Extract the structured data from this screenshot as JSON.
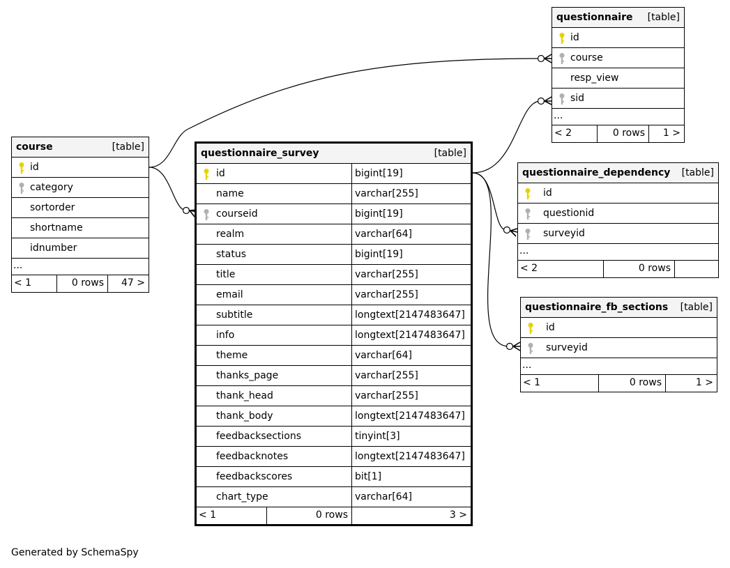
{
  "footer_text": "Generated by SchemaSpy",
  "key_colors": {
    "primary": "#e6d200",
    "foreign": "#b0b0b0"
  },
  "tables": {
    "course": {
      "name": "course",
      "type": "[table]",
      "columns": [
        {
          "name": "id",
          "key": "primary-key-icon"
        },
        {
          "name": "category",
          "key": "foreign-key-icon"
        },
        {
          "name": "sortorder",
          "key": ""
        },
        {
          "name": "shortname",
          "key": ""
        },
        {
          "name": "idnumber",
          "key": ""
        }
      ],
      "ellipsis": "...",
      "footer": {
        "parents": "< 1",
        "rows": "0 rows",
        "children": "47 >"
      }
    },
    "questionnaire": {
      "name": "questionnaire",
      "type": "[table]",
      "columns": [
        {
          "name": "id",
          "key": "primary-key-icon"
        },
        {
          "name": "course",
          "key": "foreign-key-icon"
        },
        {
          "name": "resp_view",
          "key": ""
        },
        {
          "name": "sid",
          "key": "foreign-key-icon"
        }
      ],
      "ellipsis": "...",
      "footer": {
        "parents": "< 2",
        "rows": "0 rows",
        "children": "1 >"
      }
    },
    "questionnaire_survey": {
      "name": "questionnaire_survey",
      "type": "[table]",
      "columns": [
        {
          "name": "id",
          "key": "primary-key-icon",
          "type": "bigint[19]"
        },
        {
          "name": "name",
          "key": "",
          "type": "varchar[255]"
        },
        {
          "name": "courseid",
          "key": "foreign-key-icon",
          "type": "bigint[19]"
        },
        {
          "name": "realm",
          "key": "",
          "type": "varchar[64]"
        },
        {
          "name": "status",
          "key": "",
          "type": "bigint[19]"
        },
        {
          "name": "title",
          "key": "",
          "type": "varchar[255]"
        },
        {
          "name": "email",
          "key": "",
          "type": "varchar[255]"
        },
        {
          "name": "subtitle",
          "key": "",
          "type": "longtext[2147483647]"
        },
        {
          "name": "info",
          "key": "",
          "type": "longtext[2147483647]"
        },
        {
          "name": "theme",
          "key": "",
          "type": "varchar[64]"
        },
        {
          "name": "thanks_page",
          "key": "",
          "type": "varchar[255]"
        },
        {
          "name": "thank_head",
          "key": "",
          "type": "varchar[255]"
        },
        {
          "name": "thank_body",
          "key": "",
          "type": "longtext[2147483647]"
        },
        {
          "name": "feedbacksections",
          "key": "",
          "type": "tinyint[3]"
        },
        {
          "name": "feedbacknotes",
          "key": "",
          "type": "longtext[2147483647]"
        },
        {
          "name": "feedbackscores",
          "key": "",
          "type": "bit[1]"
        },
        {
          "name": "chart_type",
          "key": "",
          "type": "varchar[64]"
        }
      ],
      "footer": {
        "parents": "< 1",
        "rows": "0 rows",
        "children": "3 >"
      }
    },
    "questionnaire_dependency": {
      "name": "questionnaire_dependency",
      "type": "[table]",
      "columns": [
        {
          "name": "id",
          "key": "primary-key-icon"
        },
        {
          "name": "questionid",
          "key": "foreign-key-icon"
        },
        {
          "name": "surveyid",
          "key": "foreign-key-icon"
        }
      ],
      "ellipsis": "...",
      "footer": {
        "parents": "< 2",
        "rows": "0 rows",
        "children": ""
      }
    },
    "questionnaire_fb_sections": {
      "name": "questionnaire_fb_sections",
      "type": "[table]",
      "columns": [
        {
          "name": "id",
          "key": "primary-key-icon"
        },
        {
          "name": "surveyid",
          "key": "foreign-key-icon"
        }
      ],
      "ellipsis": "...",
      "footer": {
        "parents": "< 1",
        "rows": "0 rows",
        "children": "1 >"
      }
    }
  }
}
